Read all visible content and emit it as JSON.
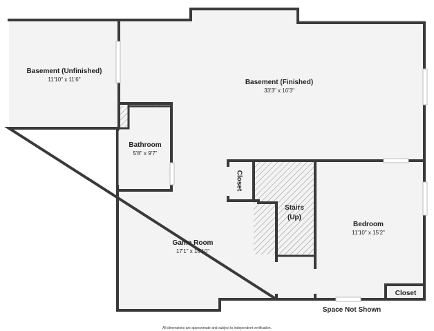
{
  "rooms": {
    "basement_unfinished": {
      "name": "Basement (Unfinished)",
      "dims": "11'10\" x 11'6\""
    },
    "basement_finished": {
      "name": "Basement (Finished)",
      "dims": "33'3\" x 16'3\""
    },
    "bathroom": {
      "name": "Bathroom",
      "dims": "5'8\" x 9'7\""
    },
    "game_room": {
      "name": "Game Room",
      "dims": "17'1\" x 16'10\""
    },
    "bedroom": {
      "name": "Bedroom",
      "dims": "11'10\" x 15'2\""
    }
  },
  "labels": {
    "closet_vertical": "Closet",
    "closet_bedroom": "Closet",
    "stairs_line1": "Stairs",
    "stairs_line2": "(Up)",
    "space_not_shown": "Space Not Shown"
  },
  "footer": {
    "disclaimer": "All dimensions are approximate and subject to independent verification."
  },
  "colors": {
    "wall": "#3a3a3a",
    "floor": "#f3f3f3",
    "background": "#ffffff"
  }
}
